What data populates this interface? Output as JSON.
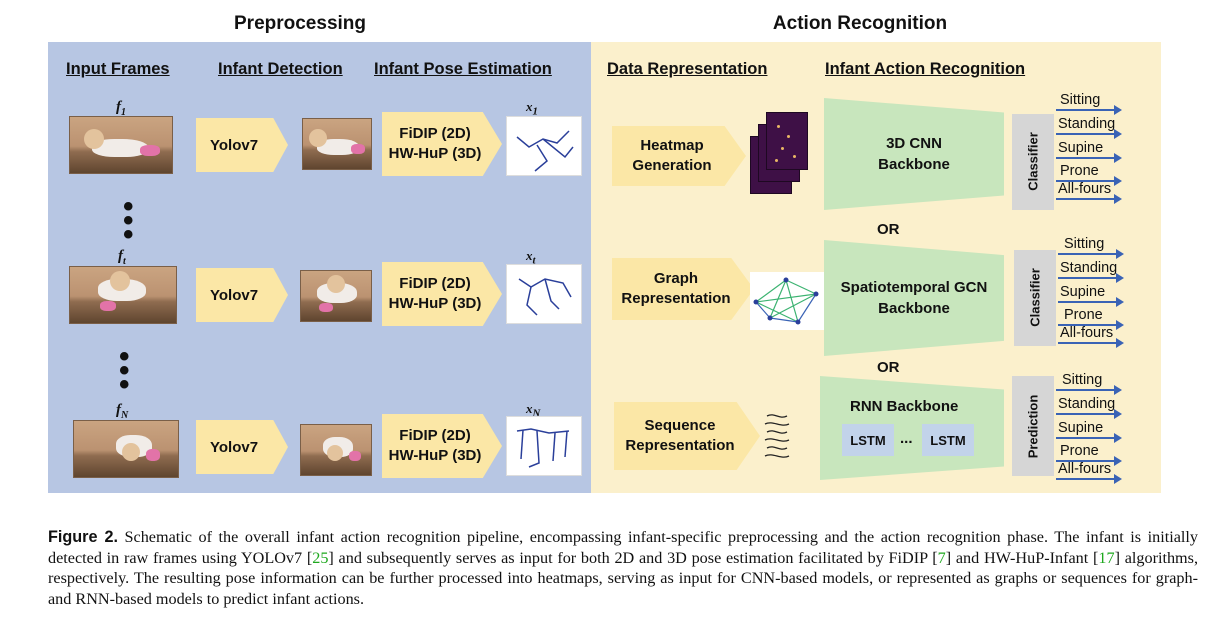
{
  "sections": {
    "preprocessing": "Preprocessing",
    "action_recognition": "Action Recognition"
  },
  "columns": {
    "input_frames": "Input Frames",
    "infant_detection": "Infant Detection",
    "pose_estimation": "Infant Pose Estimation",
    "data_representation": "Data Representation",
    "action_recognition": "Infant Action Recognition"
  },
  "frames": [
    {
      "label": "f",
      "sub": "1",
      "pose": "x",
      "pose_sub": "1"
    },
    {
      "label": "f",
      "sub": "t",
      "pose": "x",
      "pose_sub": "t"
    },
    {
      "label": "f",
      "sub": "N",
      "pose": "x",
      "pose_sub": "N"
    }
  ],
  "detector": "Yolov7",
  "pose_models": {
    "line1": "FiDIP (2D)",
    "line2": "HW-HuP (3D)"
  },
  "representations": [
    {
      "line1": "Heatmap",
      "line2": "Generation"
    },
    {
      "line1": "Graph",
      "line2": "Representation"
    },
    {
      "line1": "Sequence",
      "line2": "Representation"
    }
  ],
  "backbones": [
    {
      "line1": "3D CNN",
      "line2": "Backbone"
    },
    {
      "line1": "Spatiotemporal GCN",
      "line2": "Backbone"
    },
    {
      "line1": "RNN Backbone",
      "line2": ""
    }
  ],
  "lstm": {
    "cell": "LSTM",
    "ellipsis": "..."
  },
  "or_label": "OR",
  "heads": [
    "Classifier",
    "Classifier",
    "Prediction"
  ],
  "actions": [
    "Sitting",
    "Standing",
    "Supine",
    "Prone",
    "All-fours"
  ],
  "colors": {
    "preprocessing_bg": "#b7c6e3",
    "recognition_bg": "#fbf0cc",
    "arrow_box": "#fbe7a6",
    "backbone": "#c8e6bd",
    "output_arrow": "#3a63b5",
    "citation": "#1ea81e"
  },
  "caption": {
    "label": "Figure 2.",
    "p1": " Schematic of the overall infant action recognition pipeline, encompassing infant-specific preprocessing and the action recognition phase. The infant is initially detected in raw frames using YOLOv7 [",
    "ref1": "25",
    "p2": "] and subsequently serves as input for both 2D and 3D pose estimation facilitated by FiDIP [",
    "ref2": "7",
    "p3": "] and HW-HuP-Infant [",
    "ref3": "17",
    "p4": "] algorithms, respectively. The resulting pose information can be further processed into heatmaps, serving as input for CNN-based models, or represented as graphs or sequences for graph- and RNN-based models to predict infant actions."
  }
}
